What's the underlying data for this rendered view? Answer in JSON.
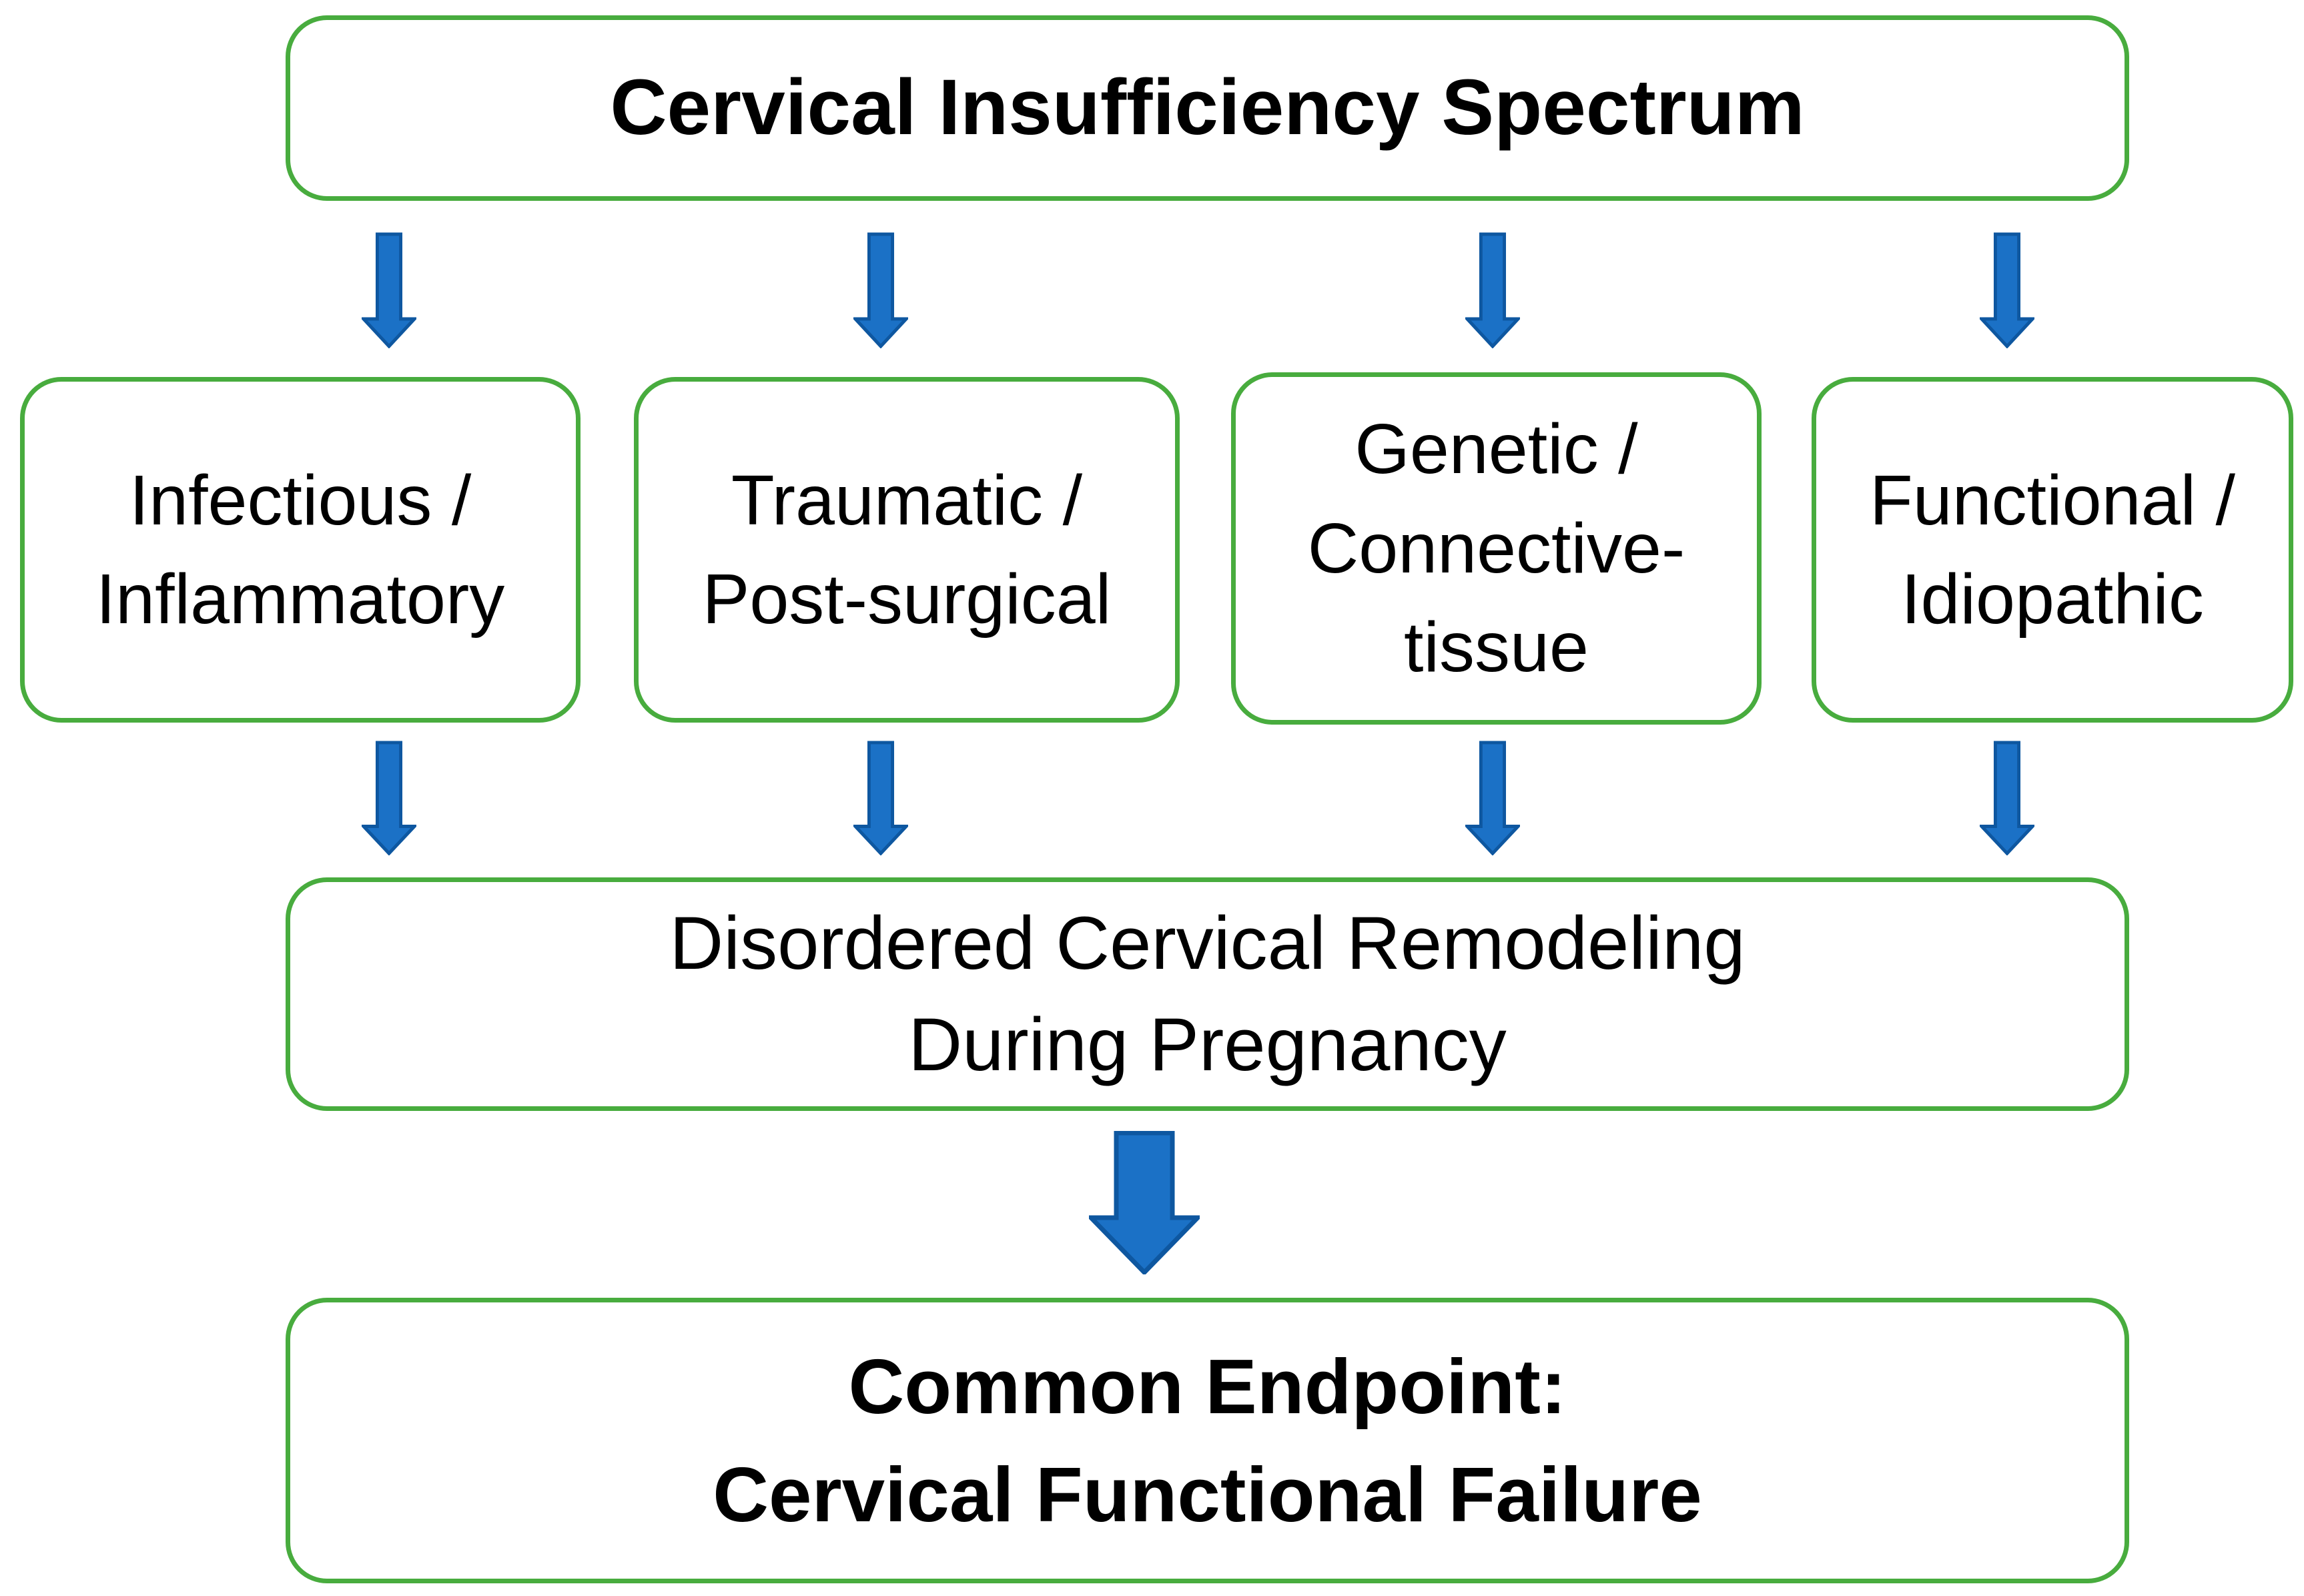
{
  "colors": {
    "background": "#ffffff",
    "box_border": "#48AC3E",
    "arrow_fill": "#1B71C6",
    "arrow_stroke": "#0E57A0",
    "text": "#000000"
  },
  "flowchart": {
    "title": "Cervical Insufficiency Spectrum",
    "causes": [
      {
        "label": "Infectious /\nInflammatory"
      },
      {
        "label": "Traumatic /\nPost-surgical"
      },
      {
        "label": "Genetic /\nConnective-\ntissue"
      },
      {
        "label": "Functional /\nIdiopathic"
      }
    ],
    "process": "Disordered Cervical Remodeling\nDuring Pregnancy",
    "endpoint": "Common Endpoint:\nCervical Functional Failure"
  }
}
